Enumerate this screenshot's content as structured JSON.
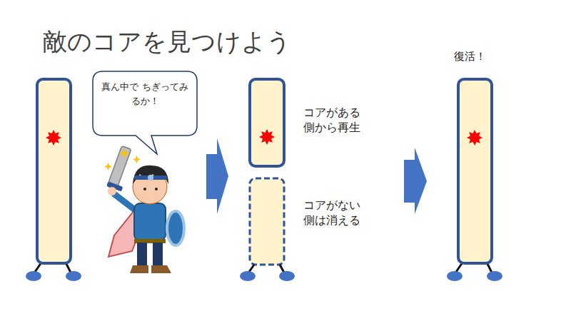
{
  "diagram": {
    "title": "敵のコアを見つけよう",
    "nodes": [
      {
        "text": [
          "真ん中で ちぎってみるか！"
        ]
      }
    ],
    "labels": [
      "コアがある 側から再生",
      "コアがない 側は消える",
      "復活！"
    ]
  }
}
